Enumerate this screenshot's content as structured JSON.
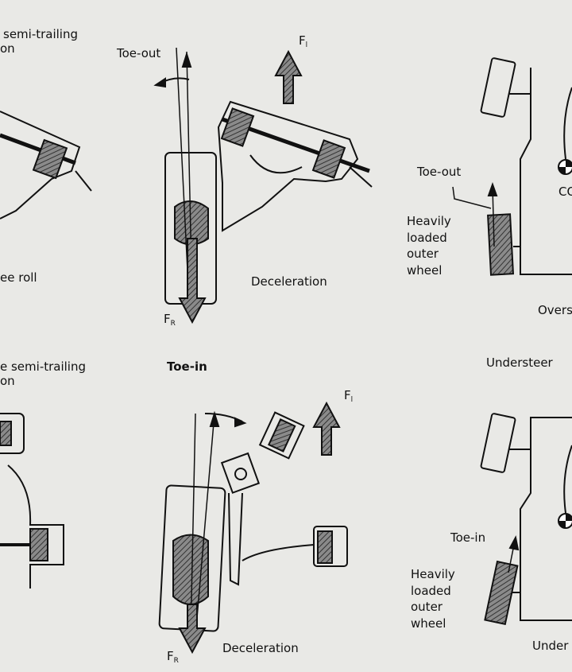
{
  "top_left": {
    "caption_line1": "semi-trailing",
    "caption_line2": "on",
    "roll_label": "ee roll"
  },
  "top_middle": {
    "toe_label": "Toe-out",
    "force_top": "F",
    "force_top_sub": "l",
    "decel_label": "Deceleration",
    "force_bottom": "F",
    "force_bottom_sub": "R"
  },
  "bottom_left": {
    "caption_line1": "e semi-trailing",
    "caption_line2": "on"
  },
  "bottom_middle": {
    "toe_label": "Toe-in",
    "force_top": "F",
    "force_top_sub": "l",
    "decel_label": "Deceleration",
    "force_bottom": "F",
    "force_bottom_sub": "R"
  },
  "top_right": {
    "toe_label": "Toe-out",
    "cog_label": "CO",
    "wheel_label": [
      "Heavily",
      "loaded",
      "outer",
      "wheel"
    ],
    "result_label": "Overs",
    "next_label": "Understeer"
  },
  "bottom_right": {
    "toe_label": "Toe-in",
    "wheel_label": [
      "Heavily",
      "loaded",
      "outer",
      "wheel"
    ],
    "result_label": "Under"
  },
  "colors": {
    "paper": "#e9e9e6",
    "ink": "#111111",
    "hatch": "#555555"
  }
}
